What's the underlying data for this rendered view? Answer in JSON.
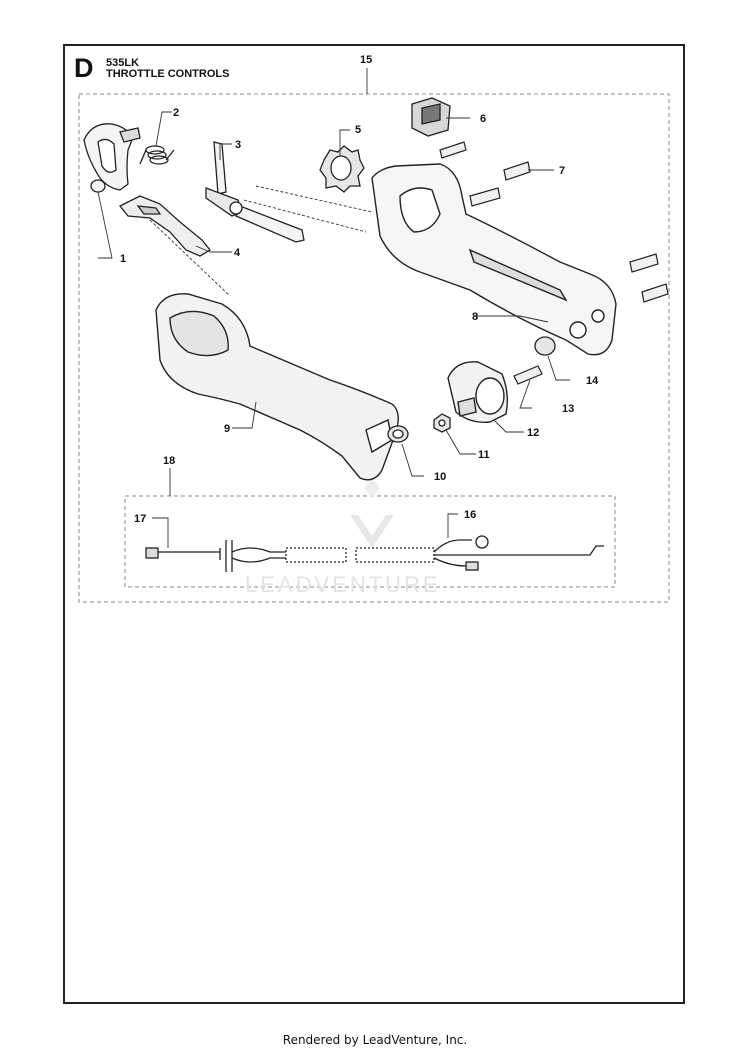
{
  "header": {
    "section_letter": "D",
    "model": "535LK",
    "title": "THROTTLE CONTROLS"
  },
  "callouts": [
    "1",
    "2",
    "3",
    "4",
    "5",
    "6",
    "7",
    "8",
    "9",
    "10",
    "11",
    "12",
    "13",
    "14",
    "15",
    "16",
    "17",
    "18"
  ],
  "watermark": "LEADVENTURE",
  "footer": "Rendered by LeadVenture, Inc."
}
